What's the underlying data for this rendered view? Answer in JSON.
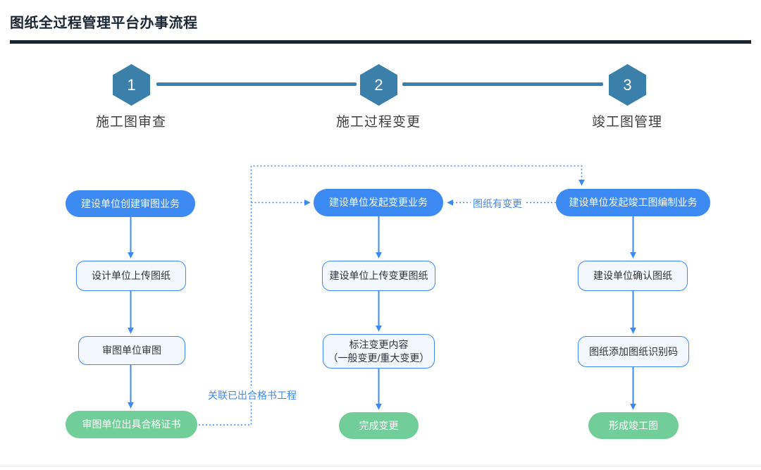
{
  "page": {
    "title": "图纸全过程管理平台办事流程"
  },
  "steps": [
    {
      "number": "1",
      "label": "施工图审查"
    },
    {
      "number": "2",
      "label": "施工过程变更"
    },
    {
      "number": "3",
      "label": "竣工图管理"
    }
  ],
  "flow": {
    "columns": [
      {
        "step": "施工图审查",
        "nodes": [
          {
            "type": "start",
            "label": "建设单位创建审图业务"
          },
          {
            "type": "process",
            "label": "设计单位上传图纸"
          },
          {
            "type": "process",
            "label": "审图单位审图"
          },
          {
            "type": "end",
            "label": "审图单位出具合格证书"
          }
        ]
      },
      {
        "step": "施工过程变更",
        "nodes": [
          {
            "type": "start",
            "label": "建设单位发起变更业务"
          },
          {
            "type": "process",
            "label": "建设单位上传变更图纸"
          },
          {
            "type": "process",
            "label": "标注变更内容",
            "label2": "（一般变更/重大变更）"
          },
          {
            "type": "end",
            "label": "完成变更"
          }
        ]
      },
      {
        "step": "竣工图管理",
        "nodes": [
          {
            "type": "start",
            "label": "建设单位发起竣工图编制业务"
          },
          {
            "type": "process",
            "label": "建设单位确认图纸"
          },
          {
            "type": "process",
            "label": "图纸添加图纸识别码"
          },
          {
            "type": "end",
            "label": "形成竣工图"
          }
        ]
      }
    ],
    "connector_labels": {
      "link_certificate": "关联已出合格书工程",
      "drawing_changed": "图纸有变更"
    }
  },
  "colors": {
    "accent_blue": "#3d8af2",
    "node_box_fill": "#f2f8fe",
    "green": "#72ce99",
    "step_teal": "#3a80aa",
    "title_dark": "#1b2733"
  }
}
